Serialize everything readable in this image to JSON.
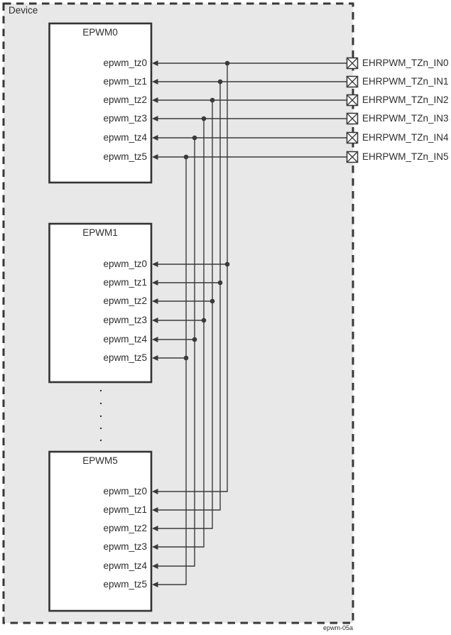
{
  "diagram": {
    "device_label": "Device",
    "caption": "epwm-05a",
    "colors": {
      "device_fill": "#e8e8e8",
      "line": "#3a3a3a",
      "block_fill": "#ffffff",
      "text": "#2e2e2e"
    },
    "blocks": [
      {
        "title": "EPWM0",
        "signals": [
          "epwm_tz0",
          "epwm_tz1",
          "epwm_tz2",
          "epwm_tz3",
          "epwm_tz4",
          "epwm_tz5"
        ]
      },
      {
        "title": "EPWM1",
        "signals": [
          "epwm_tz0",
          "epwm_tz1",
          "epwm_tz2",
          "epwm_tz3",
          "epwm_tz4",
          "epwm_tz5"
        ]
      },
      {
        "title": "EPWM5",
        "signals": [
          "epwm_tz0",
          "epwm_tz1",
          "epwm_tz2",
          "epwm_tz3",
          "epwm_tz4",
          "epwm_tz5"
        ]
      }
    ],
    "pins": [
      "EHRPWM_TZn_IN0",
      "EHRPWM_TZn_IN1",
      "EHRPWM_TZn_IN2",
      "EHRPWM_TZn_IN3",
      "EHRPWM_TZn_IN4",
      "EHRPWM_TZn_IN5"
    ]
  }
}
